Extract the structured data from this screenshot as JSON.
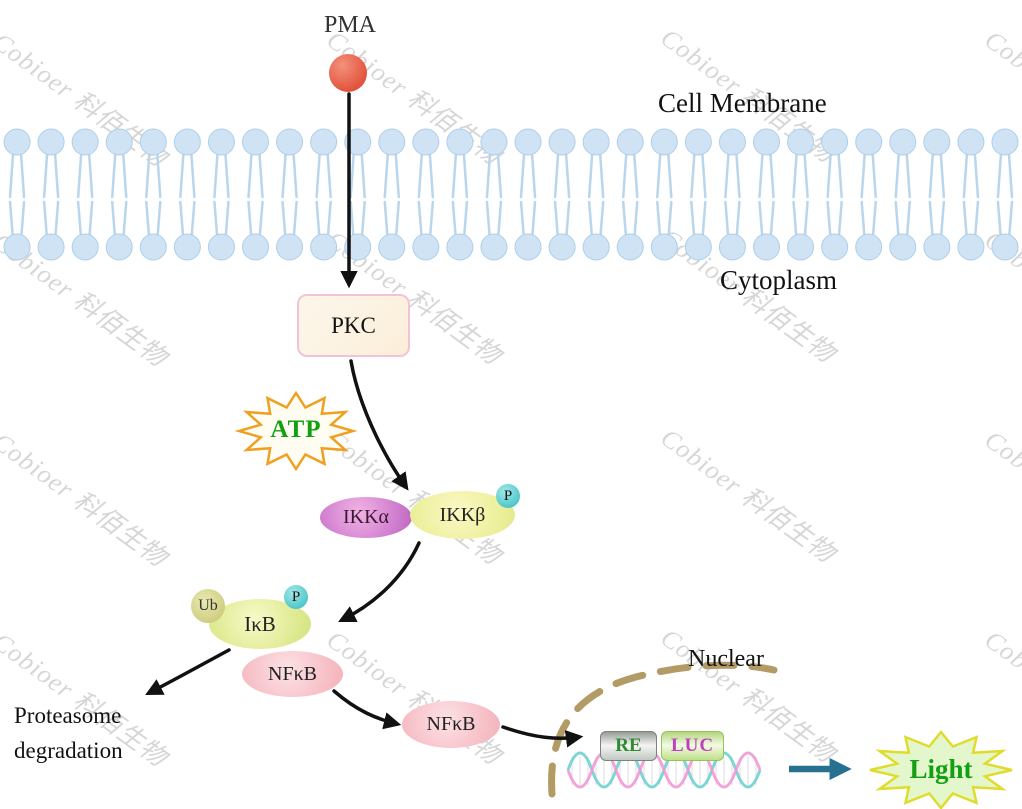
{
  "watermark": {
    "text": "Cobioer 科佰生物"
  },
  "labels": {
    "pma": "PMA",
    "cell_membrane": "Cell Membrane",
    "cytoplasm": "Cytoplasm",
    "pkc": "PKC",
    "atp": "ATP",
    "ikk_alpha": "IKKα",
    "ikk_beta": "IKKβ",
    "phospho": "P",
    "ubiquitin": "Ub",
    "ikb": "IκB",
    "nfkb_bound": "NFκB",
    "nfkb_free": "NFκB",
    "proteasome_line1": "Proteasome",
    "proteasome_line2": "degradation",
    "nuclear": "Nuclear",
    "re": "RE",
    "luc": "LUC",
    "light": "Light"
  },
  "colors": {
    "pma_ligand": "#e2553f",
    "membrane_lipid": "#cfe3f4",
    "pkc_fill": "#fdf5e6",
    "pkc_border": "#f2c3d8",
    "atp_text": "#12a012",
    "star_stroke": "#f0a020",
    "ikk_alpha_fill": "#cb78cc",
    "ikk_beta_fill": "#ecef9a",
    "phospho_fill": "#4cc6c9",
    "ubiquitin_fill": "#cdcd7f",
    "ikb_fill": "#dde98e",
    "nfkb_fill": "#f6bcc4",
    "arrow": "#111111",
    "nuclear_membrane": "#b39b66",
    "dna_strand_teal": "#6fd0d0",
    "dna_strand_pink": "#f09ad6",
    "re_text": "#2e8b2e",
    "luc_text": "#c03fc0",
    "light_text": "#12a012",
    "light_fill": "#e4f6cc",
    "final_arrow": "#27708f"
  }
}
